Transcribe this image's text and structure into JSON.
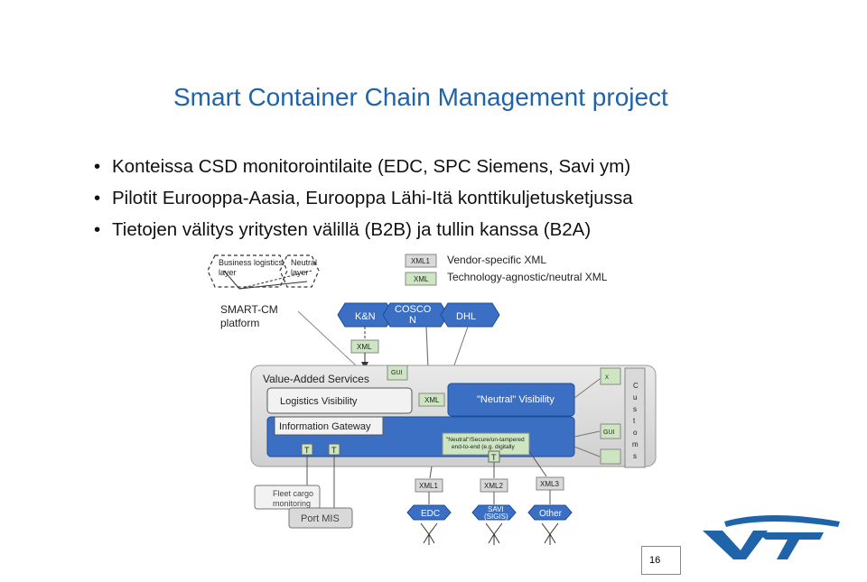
{
  "slide": {
    "title": "Smart Container Chain Management project",
    "bullets": [
      "Konteissa CSD monitorointilaite (EDC, SPC Siemens, Savi ym)",
      "Pilotit Eurooppa-Aasia, Eurooppa  Lähi-Itä konttikuljetusketjussa",
      "Tietojen välitys yritysten välillä (B2B) ja tullin kanssa (B2A)"
    ],
    "page_number": "16",
    "logo_text": "VTT"
  },
  "diagram": {
    "legend": {
      "business_layer": "Business logistics\nlayer",
      "neutral_layer": "Neutral\nlayer",
      "xml1_tag": "XML1",
      "xml_tag": "XML",
      "vendor_specific": "Vendor-specific XML",
      "tech_agnostic": "Technology-agnostic/neutral XML"
    },
    "platform_label": "SMART-CM\nplatform",
    "carriers": [
      "K&N",
      "COSCO\nN",
      "DHL"
    ],
    "xml_under_kn": "XML",
    "value_added": "Value-Added Services",
    "logistics_visibility": "Logistics Visibility",
    "information_gateway": "Information Gateway",
    "neutral_visibility": "\"Neutral\" Visibility",
    "neutral_secure": "\"Neutral\"/Secure/un-tampered\nend-to-end (e.g. digitally\nsigned)",
    "xml_inner": "XML",
    "gui": "GUI",
    "t_markers": [
      "T",
      "T",
      "T"
    ],
    "customs_letters": [
      "C",
      "u",
      "s",
      "t",
      "o",
      "m",
      "s"
    ],
    "fleet_cargo": "Fleet cargo\nmonitoring",
    "port_mis": "Port MIS",
    "devices": [
      {
        "tag": "XML1",
        "name": "EDC"
      },
      {
        "tag": "XML2",
        "name": "SAVI\n(SIGIS)"
      },
      {
        "tag": "XML3",
        "name": "Other"
      }
    ]
  },
  "colors": {
    "title_blue": "#1f63a8",
    "box_blue": "#3a6fc4",
    "xml_green": "#cde6c1",
    "xml_gray": "#d9d9d9"
  }
}
